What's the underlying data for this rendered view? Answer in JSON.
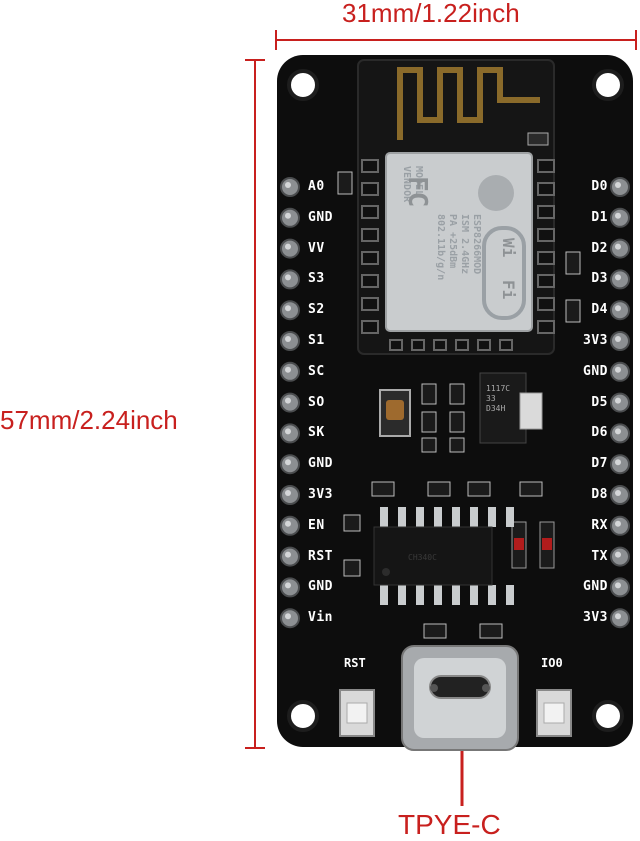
{
  "dimensions": {
    "width": "31mm/1.22inch",
    "height": "57mm/2.24inch"
  },
  "connector": {
    "label": "TPYE-C"
  },
  "left_pins": [
    "A0",
    "GND",
    "VV",
    "S3",
    "S2",
    "S1",
    "SC",
    "SO",
    "SK",
    "GND",
    "3V3",
    "EN",
    "RST",
    "GND",
    "Vin"
  ],
  "right_pins": [
    "D0",
    "D1",
    "D2",
    "D3",
    "D4",
    "3V3",
    "GND",
    "D5",
    "D6",
    "D7",
    "D8",
    "RX",
    "TX",
    "GND",
    "3V3"
  ],
  "buttons": {
    "left": "RST",
    "right": "IO0"
  },
  "wifi_module": {
    "lines": [
      "MODEL",
      "VENDOR",
      "ESP8266MOD",
      "ISM 2.4GHz",
      "PA +25dBm",
      "802.11b/g/n"
    ],
    "fcc": "FC",
    "wifi_logo_top": "Wi",
    "wifi_logo_bottom": "Fi"
  },
  "usb_chip": {
    "label": "CH340C"
  },
  "regulator": {
    "label": "1117C 33 D34H"
  },
  "colors": {
    "dimension_red": "#c8201e",
    "board_black": "#0d0d0d",
    "pin_silver": "#8c8f92",
    "shield_silver": "#c9ccce"
  }
}
